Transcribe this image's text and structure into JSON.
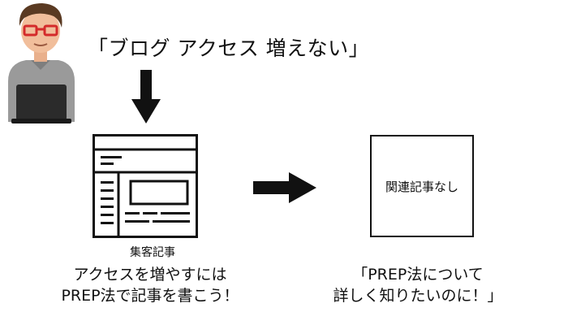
{
  "top_quote": "「ブログ アクセス 増えない」",
  "article_label": "集客記事",
  "left_caption": {
    "line1": "アクセスを増やすには",
    "line2": "PREP法で記事を書こう！"
  },
  "related_box_text": "関連記事なし",
  "right_caption": {
    "line1": "「PREP法について",
    "line2": "詳しく知りたいのに！」"
  },
  "icons": {
    "person": "person-at-laptop-icon",
    "down_arrow": "arrow-down-icon",
    "article": "web-article-icon",
    "right_arrow": "arrow-right-icon"
  }
}
